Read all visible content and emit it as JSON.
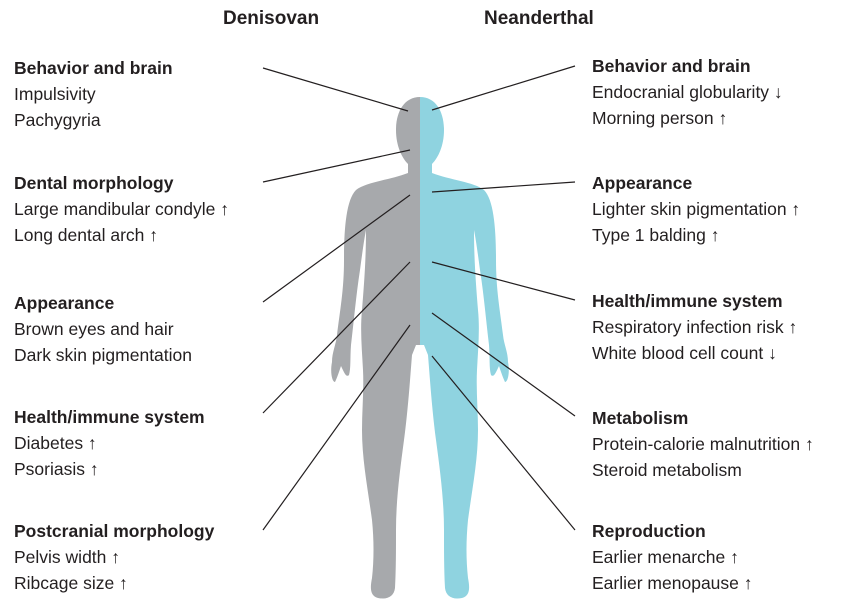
{
  "colors": {
    "denisovan_body": "#a7a9ac",
    "neanderthal_body": "#8fd3e0",
    "leader_lines": "#231f20",
    "text": "#231f20"
  },
  "denisovan": {
    "title": "Denisovan",
    "groups": [
      {
        "heading": "Behavior and brain",
        "items": [
          "Impulsivity",
          "Pachygyria"
        ]
      },
      {
        "heading": "Dental morphology",
        "items": [
          "Large mandibular condyle ↑",
          "Long dental arch ↑"
        ]
      },
      {
        "heading": "Appearance",
        "items": [
          "Brown eyes and hair",
          "Dark skin pigmentation"
        ]
      },
      {
        "heading": "Health/immune system",
        "items": [
          "Diabetes ↑",
          "Psoriasis ↑"
        ]
      },
      {
        "heading": "Postcranial morphology",
        "items": [
          "Pelvis width ↑",
          "Ribcage size ↑"
        ]
      }
    ]
  },
  "neanderthal": {
    "title": "Neanderthal",
    "groups": [
      {
        "heading": "Behavior and brain",
        "items": [
          "Endocranial globularity ↓",
          "Morning person ↑"
        ]
      },
      {
        "heading": "Appearance",
        "items": [
          "Lighter skin pigmentation ↑",
          "Type 1 balding ↑"
        ]
      },
      {
        "heading": "Health/immune system",
        "items": [
          "Respiratory infection risk ↑",
          "White blood cell count ↓"
        ]
      },
      {
        "heading": "Metabolism",
        "items": [
          "Protein-calorie malnutrition ↑",
          "Steroid metabolism"
        ]
      },
      {
        "heading": "Reproduction",
        "items": [
          "Earlier menarche ↑",
          "Earlier menopause ↑"
        ]
      }
    ]
  }
}
